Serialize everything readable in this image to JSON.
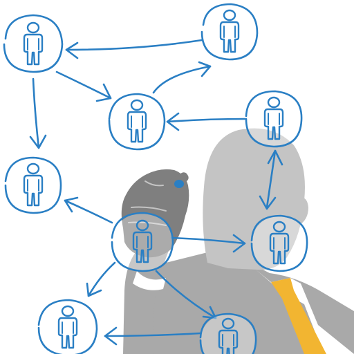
{
  "colors": {
    "background": "#ffffff",
    "ink": "#2a7fc4",
    "silhouette_light": "#c4c4c4",
    "silhouette_mid": "#a9a9a9",
    "silhouette_dark": "#7f7f7f",
    "tie": "#f2b531",
    "tie_shade": "#d9911a",
    "shirt": "#ffffff"
  },
  "scene": {
    "description_icon": "businessman-silhouette-icon",
    "marker_icon": "marker-pen-icon"
  },
  "diagram": {
    "nodes": [
      {
        "id": "n1",
        "icon": "person-icon"
      },
      {
        "id": "n2",
        "icon": "person-icon"
      },
      {
        "id": "n3",
        "icon": "person-icon"
      },
      {
        "id": "n4",
        "icon": "person-icon"
      },
      {
        "id": "n5",
        "icon": "person-icon"
      },
      {
        "id": "n6",
        "icon": "person-icon"
      },
      {
        "id": "n7",
        "icon": "person-icon"
      },
      {
        "id": "n8",
        "icon": "person-icon"
      },
      {
        "id": "n9",
        "icon": "person-icon"
      },
      {
        "id": "n10",
        "icon": "person-icon"
      }
    ],
    "edges": [
      {
        "from": "n2",
        "to": "n1",
        "direction": "forward"
      },
      {
        "from": "n1",
        "to": "n3",
        "direction": "forward"
      },
      {
        "from": "n3",
        "to": "n2",
        "direction": "forward"
      },
      {
        "from": "n1",
        "to": "n4",
        "direction": "forward"
      },
      {
        "from": "n5",
        "to": "n3",
        "direction": "forward"
      },
      {
        "from": "n5",
        "to": "n6",
        "direction": "both"
      },
      {
        "from": "n7",
        "to": "n4",
        "direction": "forward"
      },
      {
        "from": "n7",
        "to": "n6",
        "direction": "forward"
      },
      {
        "from": "n7",
        "to": "n8",
        "direction": "forward"
      },
      {
        "from": "n7",
        "to": "n9",
        "direction": "forward"
      },
      {
        "from": "n9",
        "to": "n8",
        "direction": "forward"
      }
    ]
  }
}
